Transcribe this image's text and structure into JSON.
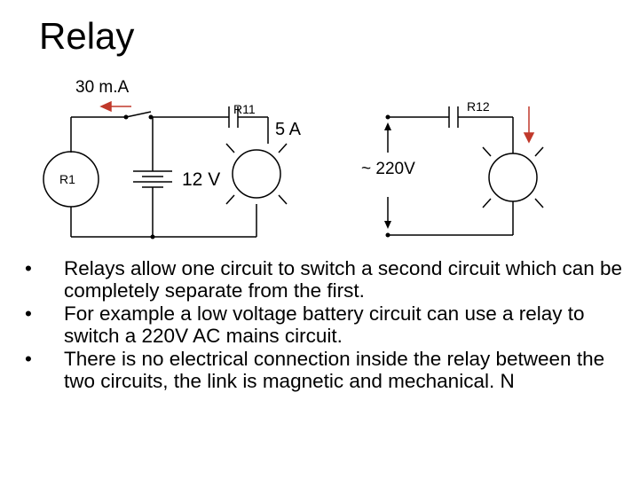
{
  "slide": {
    "title": "Relay"
  },
  "diagram": {
    "current_label": "30 m.A",
    "relay_coil_label": "R11",
    "contact_label": "R12",
    "contact_rating_label": "5 A",
    "resistor_label": "R1",
    "battery_label": "12 V",
    "mains_label": "~ 220V",
    "colors": {
      "arrow": "#c0392b",
      "wire": "#000000"
    }
  },
  "bullets": [
    {
      "symbol": "•",
      "text": "Relays allow one circuit to switch a second circuit which can be completely separate from the first."
    },
    {
      "symbol": "•",
      "text": "For example a low voltage battery circuit can use a relay to switch a 220V AC mains circuit."
    },
    {
      "symbol": "•",
      "text": "There is no electrical connection inside the relay between the two circuits, the link is magnetic and mechanical. N"
    }
  ]
}
